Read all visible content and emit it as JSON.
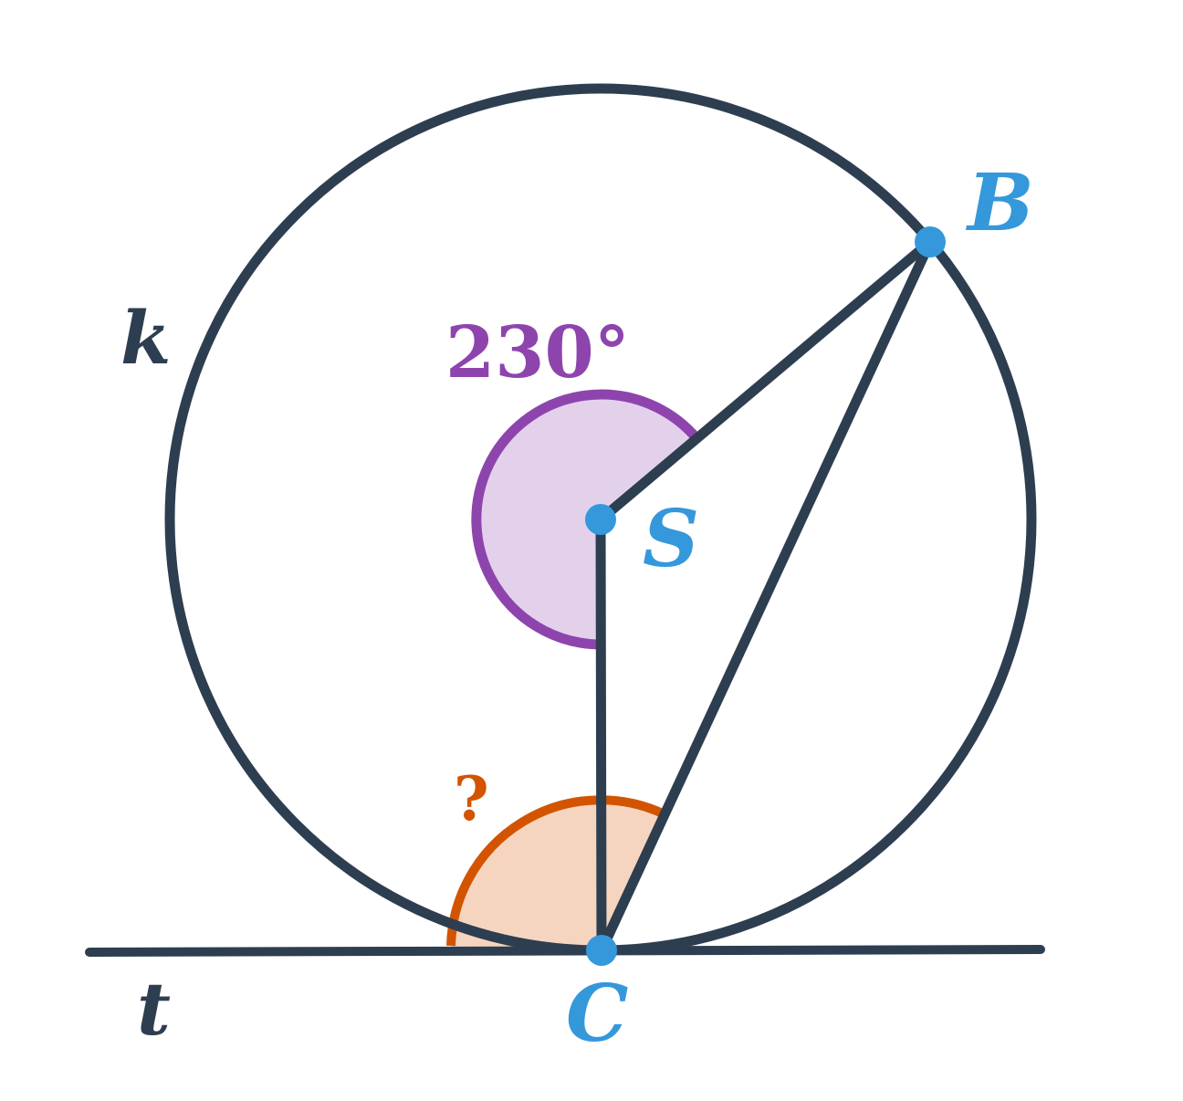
{
  "colors": {
    "stroke": "#2d3e50",
    "point": "#3498db",
    "central_angle_stroke": "#8e44ad",
    "central_angle_fill": "#e3d1ec",
    "unknown_angle_stroke": "#d35400",
    "unknown_angle_fill": "#f6d5c0",
    "background": "#ffffff"
  },
  "labels": {
    "circle": "k",
    "tangent": "t",
    "center": "S",
    "point_b": "B",
    "point_c": "C"
  },
  "angles": {
    "central": "230°",
    "unknown": "?"
  }
}
